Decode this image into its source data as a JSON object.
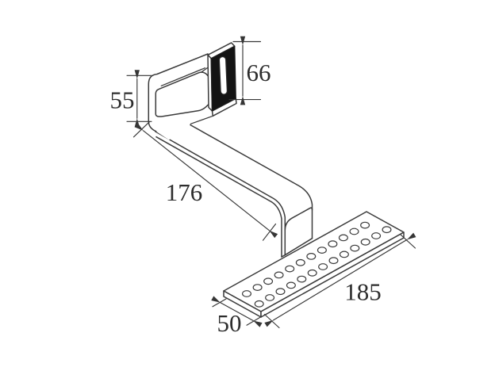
{
  "drawing": {
    "type": "isometric technical drawing of tile roof hook bracket",
    "background_color": "#ffffff",
    "line_color": "#3a3a3a",
    "tab_face_color": "#141414",
    "dimensions": {
      "riser_height": "55",
      "tab_height": "66",
      "arm_length": "176",
      "plate_length": "185",
      "plate_width": "50"
    },
    "plate_holes": {
      "back_row_count": 12,
      "front_row_count": 13
    }
  }
}
